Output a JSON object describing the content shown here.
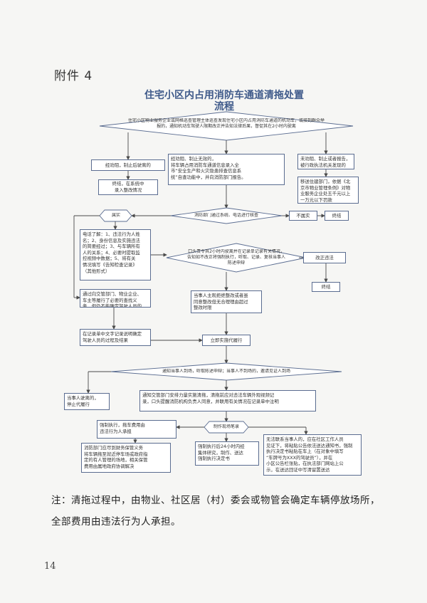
{
  "attachment_label": "附件 4",
  "title": {
    "line1": "住宅小区内占用消防车通道清拖处置",
    "line2": "流程"
  },
  "nodes": {
    "start": "住宅小区物业服务企业或网格巡查管理主体巡查发现住宅小区内占用消防车通道的机动车，或接到群众举报的，通知机动车驾驶人限期改正并告知法律后果，督促其在2小时内驶离",
    "left_1": "经劝阻，制止后驶离的",
    "left_2": "终结，在系统中\n录入整改情况",
    "mid_1": "经劝阻、制止无效的，\n将车辆占用消防车通道信息录入全\n市“安全生产和火灾隐患排查信息系\n统”自查功能中，并向消防部门报告。",
    "right_1": "未劝阻、制止或者报告，\n被行政执法机关发现的",
    "right_2": "移送住建部门，依据《北\n京市物业管理条例》对物\n业服务企业处五千元以上\n一万元以下罚款",
    "verify": "消防部门通过系统、电话进行核查",
    "facts": "属实",
    "not_facts": "不属实",
    "end_1": "终结",
    "phone_box": "电话了解：1、违法行为人姓\n名；2、身份信息及实施违法\n的简要经过；3、与车辆所有\n人的关系；4、必要时提取监\n控视频中数据；5、将有关\n情况填写《告知检查记录》\n（其他形式）",
    "oral_order": "口头责令其2小时内驶离并在记录单记录有关情况，告知如不改正将强制执行，听取、记录、复核当事人陈述申辩",
    "correct": "改正违法",
    "end_2": "终结",
    "traffic_box": "通过向交管部门、物业企业、\n车主等履行了必要的查找义\n务，但仍不能确定驾驶人员的",
    "refuse_box": "当事人主观拒绝整改或者虽\n同意整改但无合理理由超过\n整改时限",
    "record_box": "在记录单中文字记录说明确定\n驾驶人员的过程及结果",
    "execute": "立即实施代履行",
    "notify": "通知当事人到场，听取陈述申辩；当事人不到场的，邀请见证人到场",
    "leave_box": "当事人驶离的，\n停止代履行",
    "tow_box": "通知交管部门安排力量实施清拖，清拖前应对违法车辆外观视频记\n录，口头提醒消防机构负责人同意，并联用有关情况在记录单中注明",
    "make_record": "制作现场笔录",
    "enforce_box": "强制执行，拖车费用由\n违法行为人承担",
    "storage_box": "消防部门应尽到财务保管义务\n将车辆拖至就近停车场或政府指\n定的有人管理的场地，相关保管\n费用由属地政府协调解决",
    "decision_box": "强制执行后24小时内经\n集体研究，制作、送达\n强制执行决定书",
    "unreach_box": "无法联系当事人的，应在社区工作人员\n见证下，将粘贴公告依法送达通知书，强制\n执行决定书粘贴在车上（在对象中填写\n“车牌号为XXX的驾驶员”），并在\n小区公告栏张贴，在执法部门网站上公\n示，在送达回证中写清留置送达"
  },
  "footnote": {
    "line1": "注：清拖过程中，由物业、社区居（村）委会或物管会确定车辆停放场所，",
    "line2": "全部费用由违法行为人承担。"
  },
  "page_number": "14",
  "colors": {
    "box_border": "#5a6c90",
    "line": "#4a4a4a",
    "title": "#3f5a8a",
    "background": "#f6f6f4"
  }
}
